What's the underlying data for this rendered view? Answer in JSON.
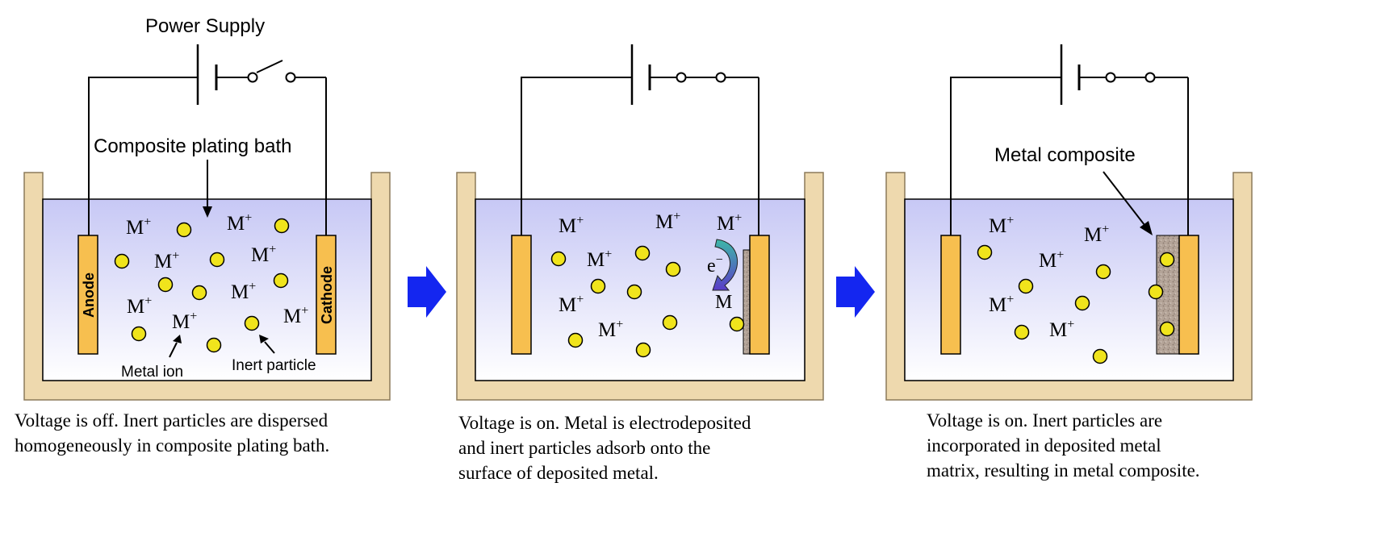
{
  "labels": {
    "power_supply": "Power Supply",
    "bath": "Composite plating bath",
    "metal_composite": "Metal composite",
    "anode": "Anode",
    "cathode": "Cathode",
    "metal_ion": "Metal ion",
    "inert_particle": "Inert particle",
    "ion": "M",
    "ion_charge": "+",
    "electron": "e",
    "electron_charge": "−",
    "deposited_metal": "M"
  },
  "captions": {
    "panel1": [
      "Voltage is off. Inert particles are dispersed",
      "homogeneously in composite plating bath."
    ],
    "panel2": [
      "Voltage is on. Metal is electrodeposited",
      "and inert particles adsorb onto the",
      "surface of deposited metal."
    ],
    "panel3": [
      "Voltage is on. Inert particles are",
      "incorporated in deposited metal",
      "matrix, resulting in metal composite."
    ]
  },
  "colors": {
    "container_wall": "#eed9ae",
    "wall_stroke": "#8c7a5a",
    "electrode": "#f7bf4f",
    "particle": "#f0e41c",
    "arrow": "#1426f0",
    "liquid_top": "#c7c8f5",
    "liquid_bottom": "#ffffff",
    "deposit": "#b4a498",
    "electron_arrow": "#3da8b0"
  },
  "switch_state": [
    "open",
    "closed",
    "closed"
  ]
}
